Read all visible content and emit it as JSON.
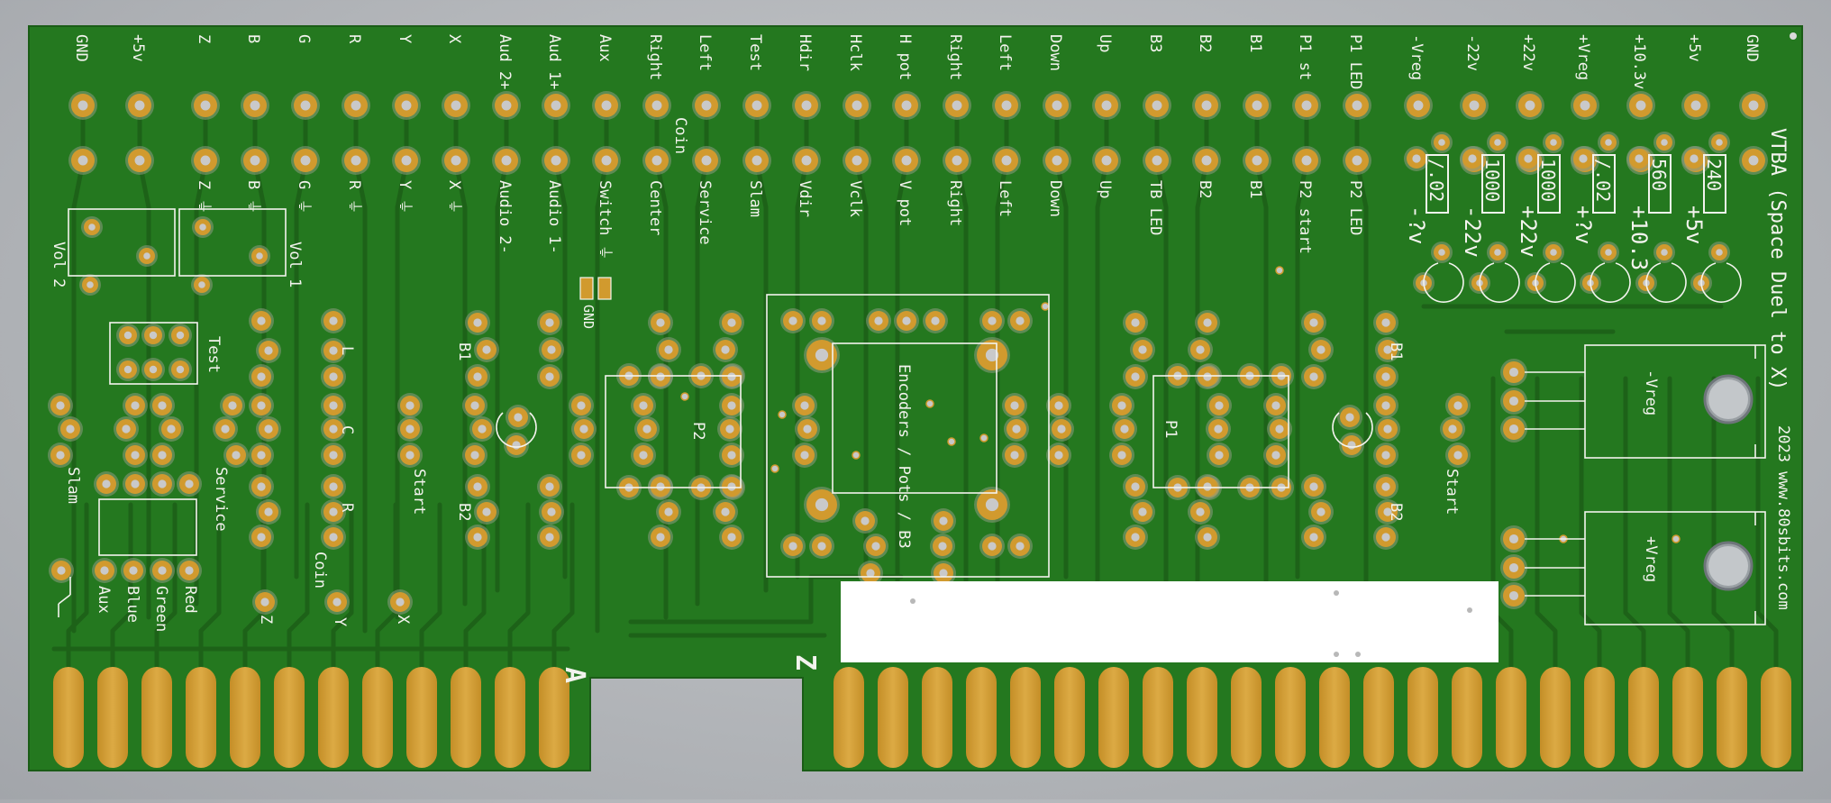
{
  "board": {
    "title": "VTBA (Space Duel to X)",
    "credit": "2023 www.80sbits.com",
    "edge_marks": {
      "left": "A",
      "right": "Z"
    },
    "colors": {
      "soldermask": "#24781f",
      "trace": "#1d6218",
      "copper": "#d19a2e",
      "silk": "#f3f3ee",
      "background": "#b3b6b9"
    }
  },
  "pins": [
    {
      "top": "GND",
      "bottom": ""
    },
    {
      "top": "+5v",
      "bottom": ""
    },
    {
      "top": "Z",
      "bottom": "Z ⏚"
    },
    {
      "top": "B",
      "bottom": "B ⏚"
    },
    {
      "top": "G",
      "bottom": "G ⏚"
    },
    {
      "top": "R",
      "bottom": "R ⏚"
    },
    {
      "top": "Y",
      "bottom": "Y ⏚"
    },
    {
      "top": "X",
      "bottom": "X ⏚"
    },
    {
      "top": "Aud 2+",
      "bottom": "Audio 2-"
    },
    {
      "top": "Aud 1+",
      "bottom": "Audio 1-"
    },
    {
      "top": "Aux",
      "bottom": "Switch ⏚"
    },
    {
      "top": "Right",
      "bottom": "Center"
    },
    {
      "top": "Left",
      "bottom": "Service"
    },
    {
      "top": "Test",
      "bottom": "Slam"
    },
    {
      "top": "Hdir",
      "bottom": "Vdir"
    },
    {
      "top": "Hclk",
      "bottom": "Vclk"
    },
    {
      "top": "H pot",
      "bottom": "V pot"
    },
    {
      "top": "Right",
      "bottom": "Right"
    },
    {
      "top": "Left",
      "bottom": "Left"
    },
    {
      "top": "Down",
      "bottom": "Down"
    },
    {
      "top": "Up",
      "bottom": "Up"
    },
    {
      "top": "B3",
      "bottom": "TB LED"
    },
    {
      "top": "B2",
      "bottom": "B2"
    },
    {
      "top": "B1",
      "bottom": "B1"
    },
    {
      "top": "P1 st",
      "bottom": "P2 start"
    },
    {
      "top": "P1 LED",
      "bottom": "P2 LED"
    },
    {
      "top": "-Vreg",
      "bottom": ""
    },
    {
      "top": "-22v",
      "bottom": ""
    },
    {
      "top": "+22v",
      "bottom": ""
    },
    {
      "top": "+Vreg",
      "bottom": ""
    },
    {
      "top": "+10.3v",
      "bottom": ""
    },
    {
      "top": "+5v",
      "bottom": ""
    },
    {
      "top": "GND",
      "bottom": ""
    }
  ],
  "coin_label": "Coin",
  "regulator_values": [
    {
      "ref": "/.02",
      "voltage": "-?v"
    },
    {
      "ref": "1000",
      "voltage": "-22v"
    },
    {
      "ref": "1000",
      "voltage": "+22v"
    },
    {
      "ref": "/.02",
      "voltage": "+?v"
    },
    {
      "ref": "560",
      "voltage": "+10.3"
    },
    {
      "ref": "240",
      "voltage": "+5v"
    }
  ],
  "labels": {
    "vol2": "Vol 2",
    "vol1": "Vol 1",
    "test": "Test",
    "l": "L",
    "c": "C",
    "r": "R",
    "coin": "Coin",
    "slam": "Slam",
    "service": "Service",
    "aux": "Aux",
    "blue": "Blue",
    "green": "Green",
    "red": "Red",
    "z": "Z",
    "y": "Y",
    "x": "X",
    "start_left": "Start",
    "b1_left": "B1",
    "b2_left": "B2",
    "gnd": "GND",
    "p2": "P2",
    "encoders": "Encoders / Pots / B3",
    "p1": "P1",
    "b1_right": "B1",
    "b2_right": "B2",
    "start_right": "Start",
    "vreg_neg": "-Vreg",
    "vreg_pos": "+Vreg"
  }
}
